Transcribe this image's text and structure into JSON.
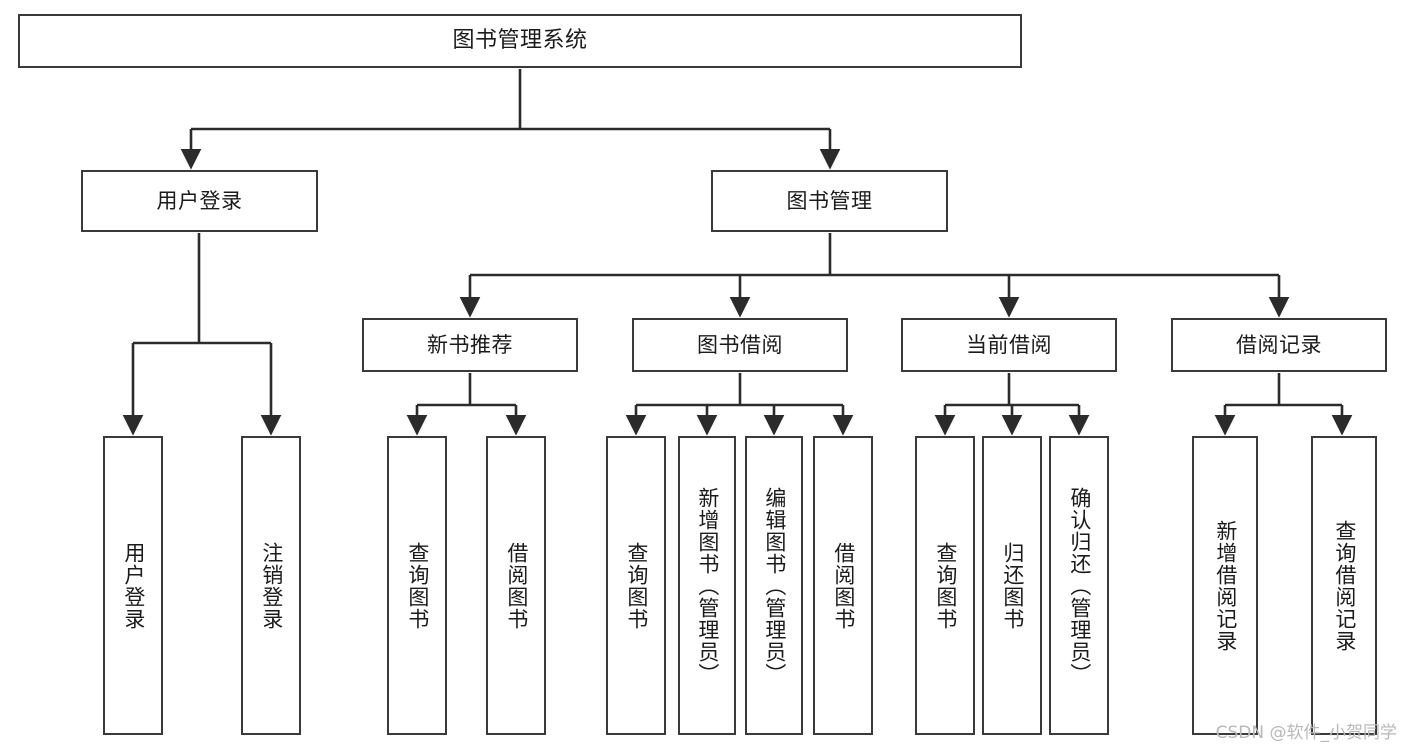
{
  "diagram": {
    "type": "tree-hierarchy",
    "title": "图书管理系统",
    "watermark": "CSDN @软件_小贺同学",
    "colors": {
      "box_border": "#3a3a3a",
      "box_fill": "#ffffff",
      "edge": "#2b2b2b",
      "text": "#1b1b1b",
      "watermark": "#b9b9b9",
      "background": "#ffffff"
    },
    "levels": {
      "root": {
        "label": "图书管理系统"
      },
      "level2": [
        {
          "label": "用户登录"
        },
        {
          "label": "图书管理"
        }
      ],
      "level3": [
        {
          "label": "新书推荐"
        },
        {
          "label": "图书借阅"
        },
        {
          "label": "当前借阅"
        },
        {
          "label": "借阅记录"
        }
      ],
      "leaves": {
        "user_login": [
          {
            "label": "用户登录"
          },
          {
            "label": "注销登录"
          }
        ],
        "new_book_recommend": [
          {
            "label": "查询图书"
          },
          {
            "label": "借阅图书"
          }
        ],
        "book_borrow": [
          {
            "label": "查询图书"
          },
          {
            "label": "新增图书（管理员）"
          },
          {
            "label": "编辑图书（管理员）"
          },
          {
            "label": "借阅图书"
          }
        ],
        "current_borrow": [
          {
            "label": "查询图书"
          },
          {
            "label": "归还图书"
          },
          {
            "label": "确认归还（管理员）"
          }
        ],
        "borrow_record": [
          {
            "label": "新增借阅记录"
          },
          {
            "label": "查询借阅记录"
          }
        ]
      }
    }
  }
}
